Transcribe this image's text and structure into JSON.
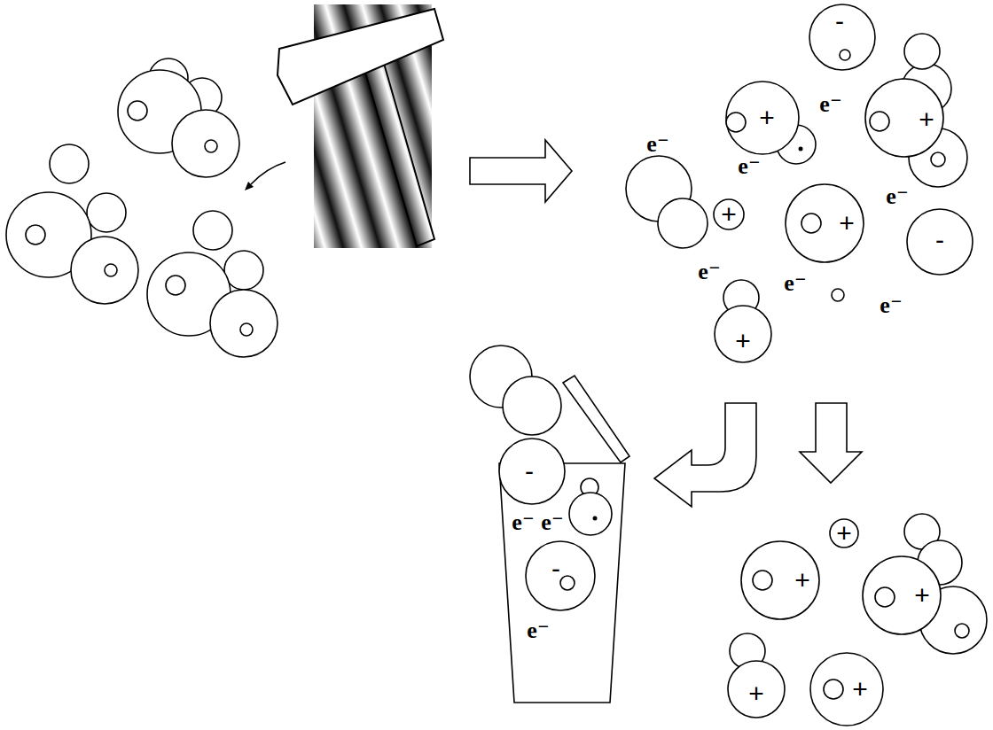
{
  "diagram": {
    "nodes": [
      {
        "text": [
          "-"
        ]
      },
      {
        "text": [
          "+"
        ]
      },
      {
        "text": [
          "+"
        ]
      },
      {
        "text": [
          "+"
        ]
      },
      {
        "text": [
          "+"
        ]
      },
      {
        "text": [
          "-"
        ]
      },
      {
        "text": [
          "+"
        ]
      },
      {
        "text": [
          "-"
        ]
      },
      {
        "text": [
          "+"
        ]
      },
      {
        "text": [
          "-"
        ]
      },
      {
        "text": [
          "+"
        ]
      },
      {
        "text": [
          "+"
        ]
      },
      {
        "text": [
          "+"
        ]
      },
      {
        "text": [
          "+"
        ]
      }
    ],
    "labels": [
      "e⁻",
      "e⁻",
      "e⁻",
      "e⁻",
      "e⁻",
      "e⁻",
      "e⁻",
      "e⁻",
      "e⁻",
      "e⁻"
    ]
  }
}
